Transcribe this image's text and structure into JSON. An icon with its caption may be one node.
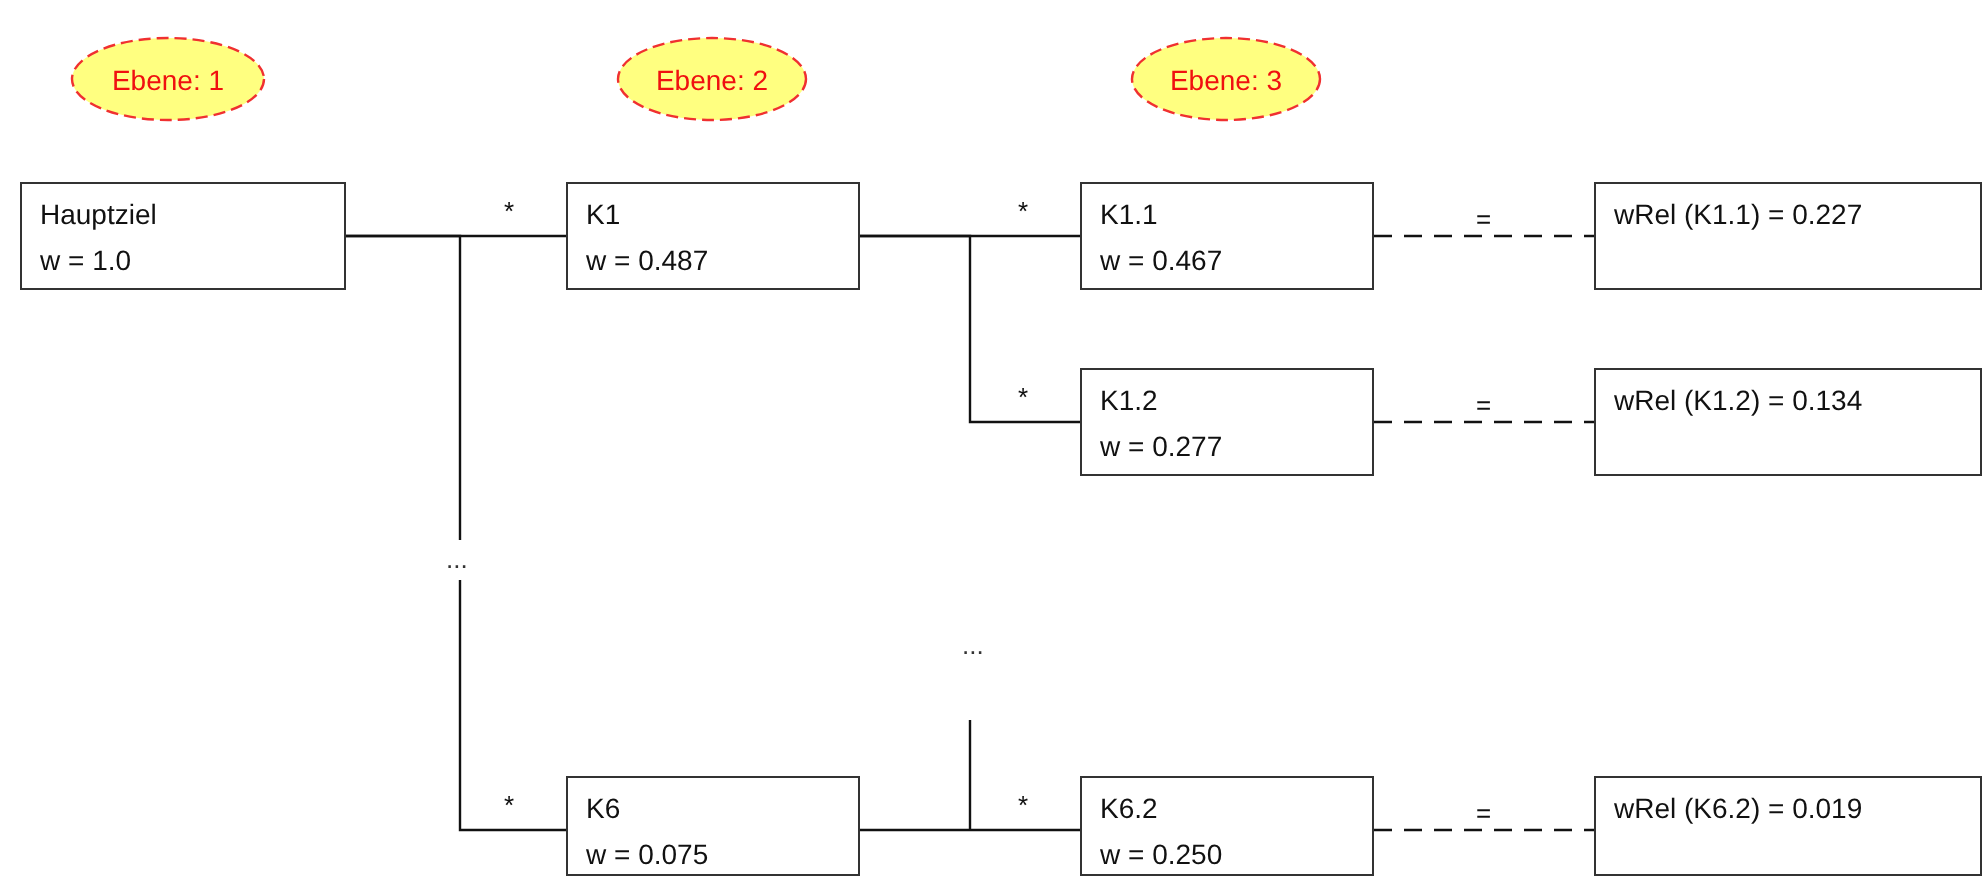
{
  "diagram": {
    "nodes": [
      {
        "text": [
          "Ebene: 1"
        ]
      },
      {
        "text": [
          "Ebene: 2"
        ]
      },
      {
        "text": [
          "Ebene: 3"
        ]
      },
      {
        "text": [
          "Hauptziel",
          "w = 1.0"
        ]
      },
      {
        "text": [
          "K1",
          "w = 0.487"
        ]
      },
      {
        "text": [
          "K1.1",
          "w = 0.467"
        ]
      },
      {
        "text": [
          "wRel (K1.1) = 0.227"
        ]
      },
      {
        "text": [
          "K1.2",
          "w = 0.277"
        ]
      },
      {
        "text": [
          "wRel (K1.2) = 0.134"
        ]
      },
      {
        "text": [
          "K6",
          "w = 0.075"
        ]
      },
      {
        "text": [
          "K6.2",
          "w = 0.250"
        ]
      },
      {
        "text": [
          "wRel (K6.2) = 0.019"
        ]
      }
    ],
    "edges": [
      {
        "from": 3,
        "to": 4,
        "arrow": "none",
        "label": "*"
      },
      {
        "from": 3,
        "to": 9,
        "arrow": "none",
        "label": "*"
      },
      {
        "from": 4,
        "to": 5,
        "arrow": "none",
        "label": "*"
      },
      {
        "from": 4,
        "to": 7,
        "arrow": "none",
        "label": "*"
      },
      {
        "from": 9,
        "to": 10,
        "arrow": "none",
        "label": "*"
      },
      {
        "from": 5,
        "to": 6,
        "arrow": "none",
        "label": "=",
        "style": "dashed"
      },
      {
        "from": 7,
        "to": 8,
        "arrow": "none",
        "label": "=",
        "style": "dashed"
      },
      {
        "from": 10,
        "to": 11,
        "arrow": "none",
        "label": "=",
        "style": "dashed"
      }
    ],
    "labels": [
      "...",
      "..."
    ]
  }
}
